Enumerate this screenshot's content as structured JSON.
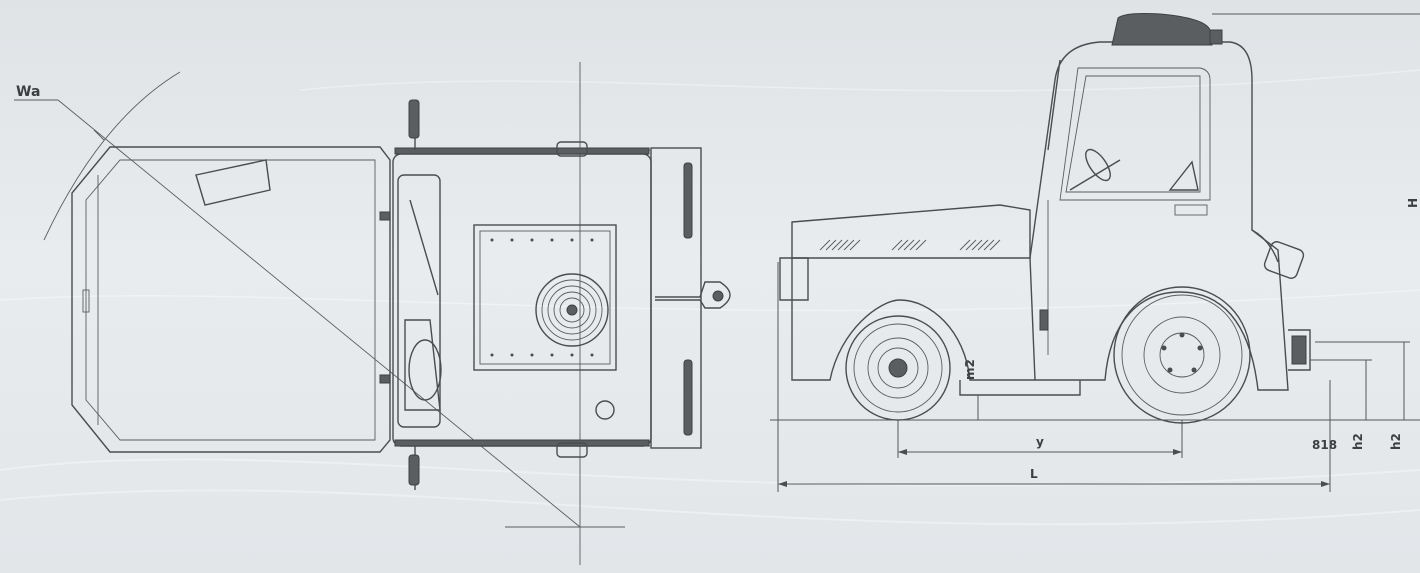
{
  "labels": {
    "wa": "Wa",
    "y": "y",
    "l": "L",
    "m2": "m2",
    "h2_inner": "h2",
    "h2_outer": "h2",
    "h": "H",
    "bottom_code": "818"
  },
  "colors": {
    "background": "#e4e8eb",
    "line": "#4a4d50",
    "text": "#3c3f42"
  }
}
